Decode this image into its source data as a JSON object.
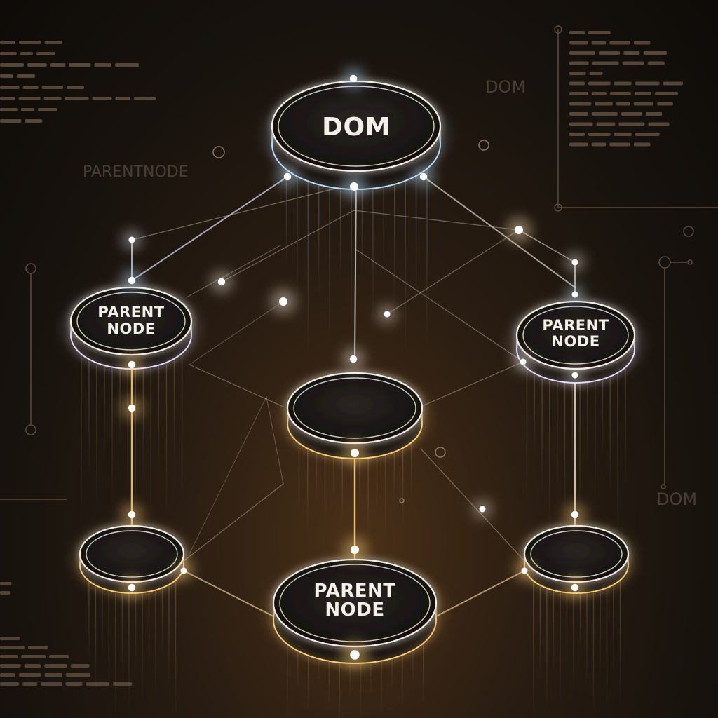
{
  "nodes": {
    "root_label": "DOM",
    "left_parent_label": [
      "PARENT",
      "NODE"
    ],
    "right_parent_label": [
      "PARENT",
      "NODE"
    ],
    "bottom_parent_label": [
      "PARENT",
      "NODE"
    ],
    "center_label": "",
    "bottom_left_label": "",
    "bottom_right_label": ""
  },
  "background_text": {
    "dom_top_right": "DOM",
    "dom_bottom_right": "DOM",
    "parentnode_left": "PARENTNODE"
  },
  "colors": {
    "accent_blue": "#bfe3ff",
    "accent_gold": "#ffd27a",
    "node_fill": "#1c1816",
    "background": "#17120d"
  }
}
